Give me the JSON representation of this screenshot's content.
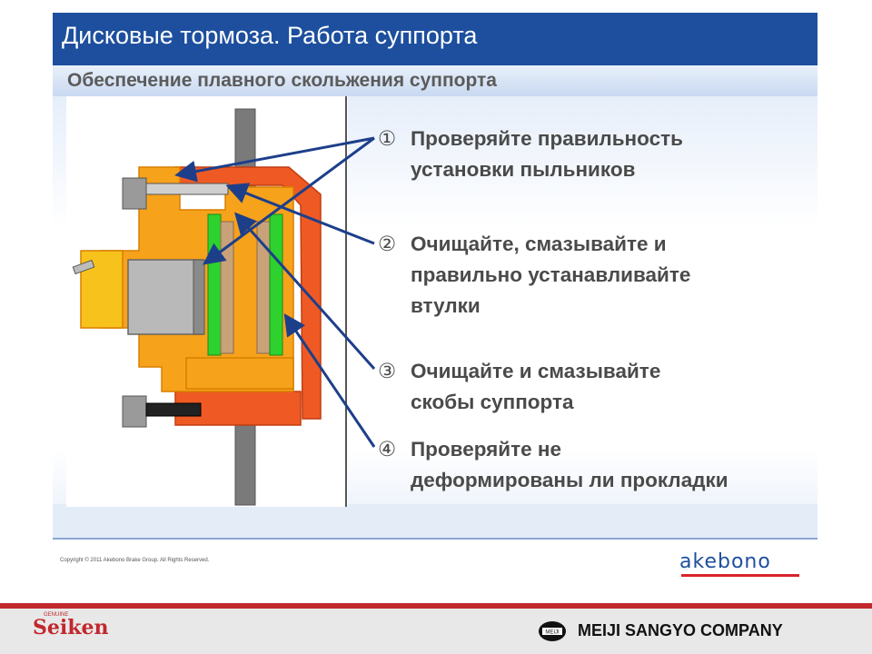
{
  "header": {
    "title": "Дисковые тормоза.  Работа суппорта",
    "subtitle": "Обеспечение плавного скольжения суппорта"
  },
  "callouts": [
    {
      "number": "①",
      "lines": [
        "Проверяйте правильность",
        "установки пыльников"
      ]
    },
    {
      "number": "②",
      "lines": [
        "Очищайте, смазывайте и",
        "правильно  устанавливайте",
        "втулки"
      ]
    },
    {
      "number": "③",
      "lines": [
        "Очищайте и смазывайте",
        "скобы суппорта"
      ]
    },
    {
      "number": "④",
      "lines": [
        "Проверяйте не",
        "деформированы ли прокладки"
      ]
    }
  ],
  "footer": {
    "copyright": "Copyright © 2011 Akebono Brake Group. All Rights Reserved.",
    "akebono_logo": "akebono",
    "seiken_logo": "Seiken",
    "seiken_small": "GENUINE",
    "meiji_logo_text": "MEIJI",
    "company": "MEIJI SANGYO COMPANY"
  },
  "colors": {
    "title_bar": "#1d4f9e",
    "caliper_orange": "#f7a21b",
    "bracket_red": "#ef5a24",
    "arrow_blue": "#1d3f8a",
    "pad_green": "#2ed12e",
    "footer_red": "#c0282e"
  },
  "icons": [
    "caliper-diagram",
    "akebono-logo",
    "seiken-logo",
    "meiji-logo"
  ]
}
